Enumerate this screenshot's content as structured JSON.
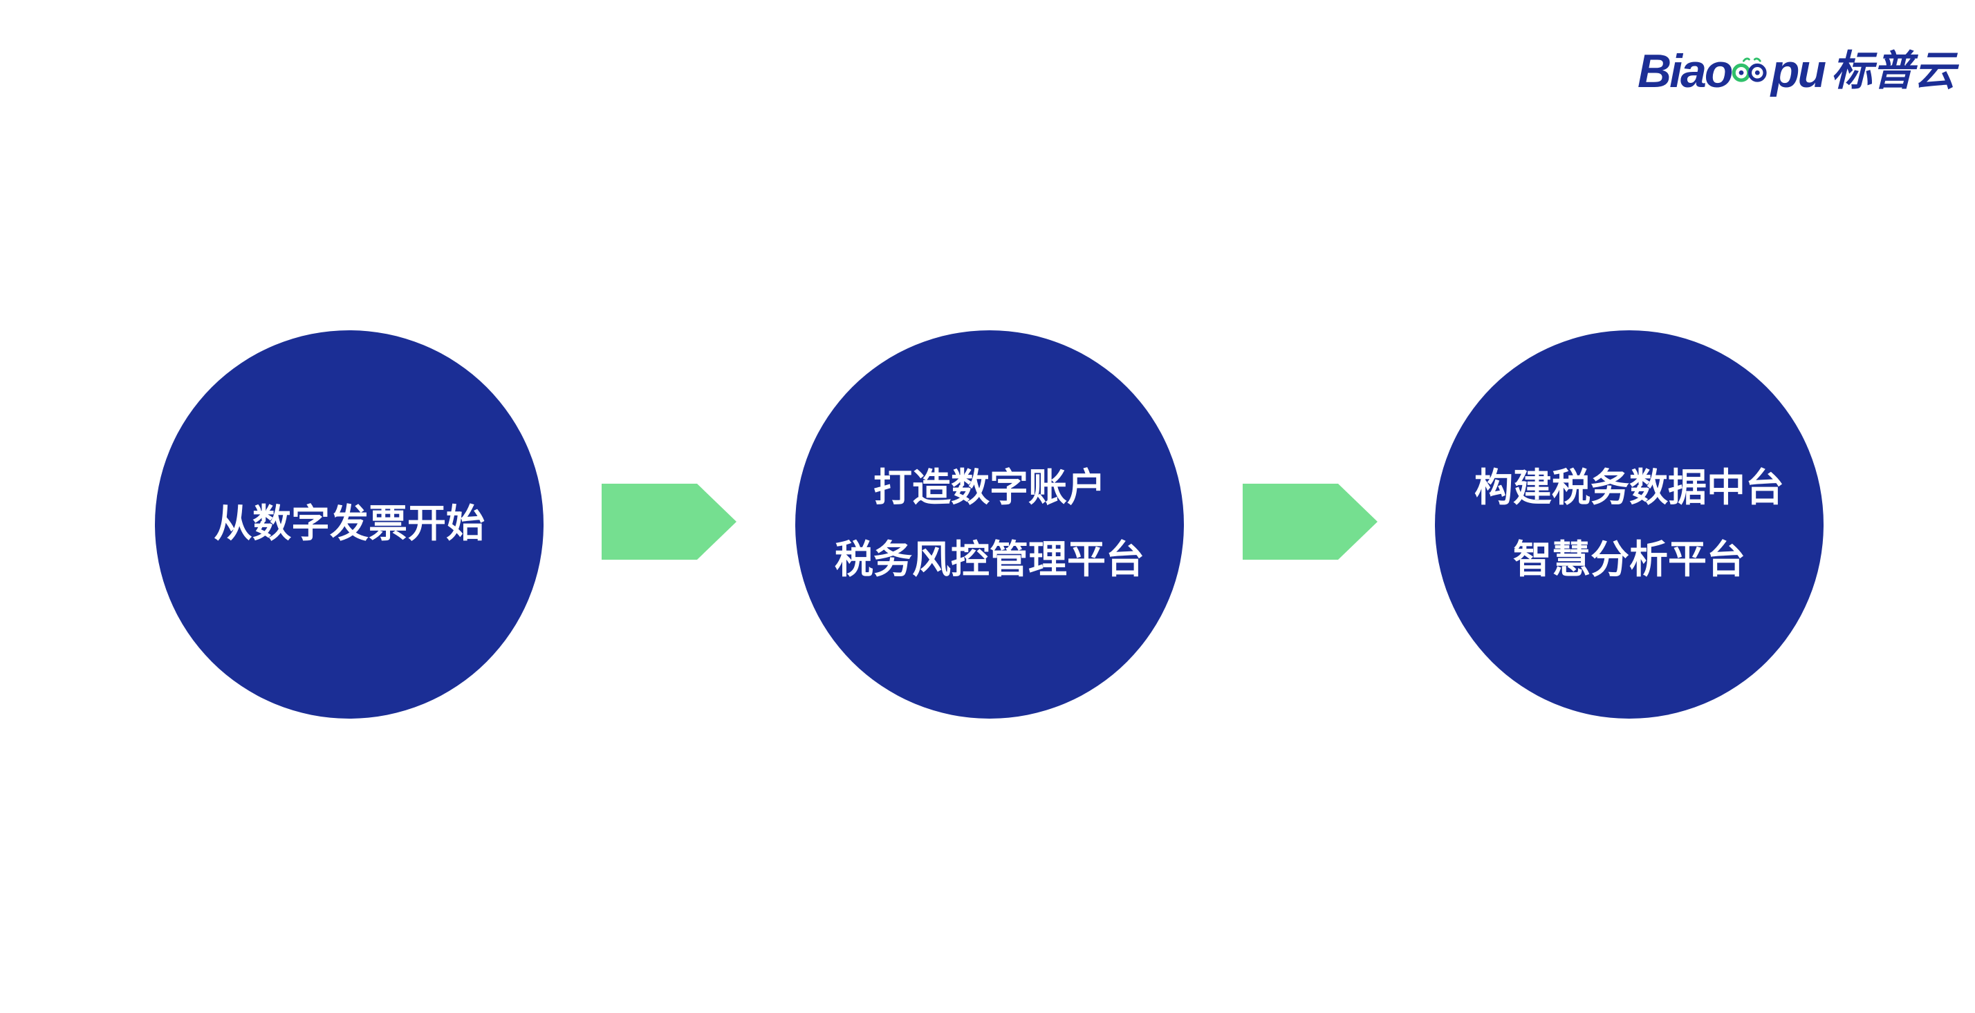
{
  "brand": {
    "logo_latin_prefix": "Biao",
    "logo_latin_suffix": "pu",
    "logo_chinese": "标普云",
    "primary_color": "#1b2e95",
    "accent_color": "#2fc06a"
  },
  "flow": {
    "steps": [
      {
        "lines": [
          "从数字发票开始"
        ]
      },
      {
        "lines": [
          "打造数字账户",
          "税务风控管理平台"
        ]
      },
      {
        "lines": [
          "构建税务数据中台",
          "智慧分析平台"
        ]
      }
    ],
    "arrow_color": "#75df90",
    "circle_color": "#1b2e95"
  }
}
